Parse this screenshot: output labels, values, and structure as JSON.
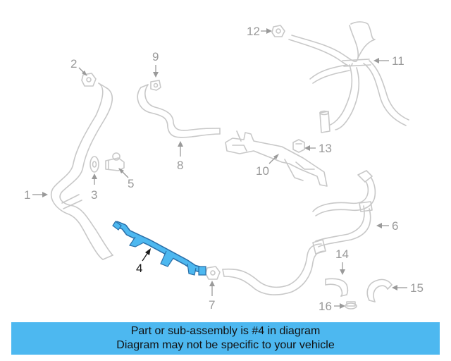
{
  "callouts": [
    "1",
    "2",
    "3",
    "4",
    "5",
    "6",
    "7",
    "8",
    "9",
    "10",
    "11",
    "12",
    "13",
    "14",
    "15",
    "16"
  ],
  "highlighted_part": "4",
  "banner": {
    "line1": "Part or sub-assembly is #4 in diagram",
    "line2": "Diagram may not be specific to your vehicle"
  },
  "colors": {
    "highlight": "#4db8f0",
    "banner_bg": "#4db8f0",
    "ghost_lines": "#c8c8c8",
    "callout_text": "#9a9a9a"
  }
}
